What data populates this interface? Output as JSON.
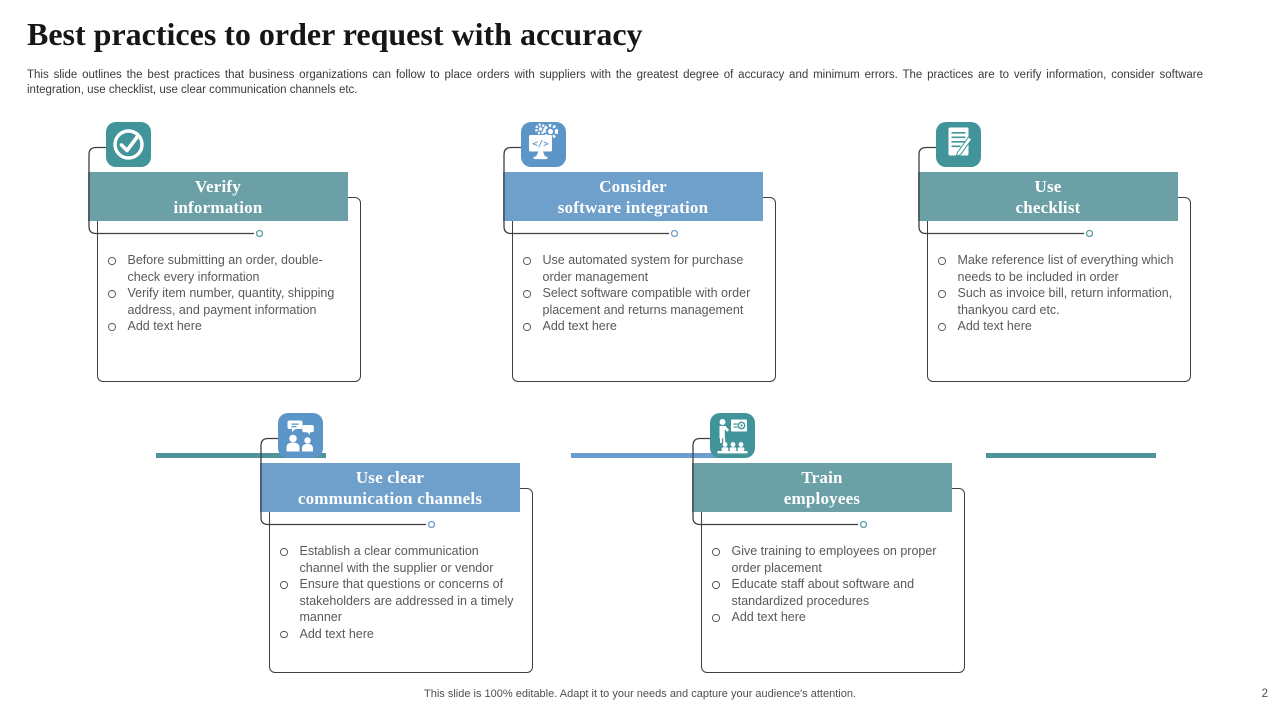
{
  "slide": {
    "title": "Best practices to order request with accuracy",
    "description": "This slide outlines the best practices that business organizations can follow to place orders with suppliers with the greatest degree of accuracy and minimum errors. The practices are to verify information, consider software integration, use checklist, use clear communication channels etc.",
    "footer": "This slide is 100% editable. Adapt it to your needs and capture your audience's attention.",
    "page_number": "2"
  },
  "colors": {
    "teal_header": "#6BA0A6",
    "teal_icon": "#41949A",
    "teal_bar": "#4F939B",
    "blue_header": "#6F9FCB",
    "blue_icon": "#5C96C8",
    "blue_bar": "#6B9DCE",
    "border": "#3F3F3F",
    "body_text": "#595959"
  },
  "cards": [
    {
      "id": "verify-information",
      "accent": "teal",
      "icon": "check-icon",
      "title_line1": "Verify",
      "title_line2": "information",
      "bullets": [
        "Before submitting an order, double-check every information",
        "Verify item number, quantity, shipping address, and payment information",
        "Add text here"
      ]
    },
    {
      "id": "consider-software-integration",
      "accent": "blue",
      "icon": "software-integration-icon",
      "title_line1": "Consider",
      "title_line2": "software integration",
      "bullets": [
        "Use automated system for purchase order management",
        "Select software compatible with order placement and returns management",
        "Add text here"
      ]
    },
    {
      "id": "use-checklist",
      "accent": "teal",
      "icon": "checklist-icon",
      "title_line1": "Use",
      "title_line2": "checklist",
      "bullets": [
        "Make reference list of everything which needs to be included in order",
        "Such as invoice bill, return information, thankyou card etc.",
        "Add text here"
      ]
    },
    {
      "id": "use-clear-communication-channels",
      "accent": "blue",
      "icon": "communication-icon",
      "title_line1": "Use clear",
      "title_line2": "communication channels",
      "bullets": [
        "Establish a clear communication channel with the supplier or vendor",
        "Ensure that questions or concerns of stakeholders are addressed in a timely manner",
        "Add text here"
      ]
    },
    {
      "id": "train-employees",
      "accent": "teal",
      "icon": "training-icon",
      "title_line1": "Train",
      "title_line2": "employees",
      "bullets": [
        "Give training to employees on proper order placement",
        "Educate staff about software and standardized procedures",
        "Add text here"
      ]
    }
  ]
}
